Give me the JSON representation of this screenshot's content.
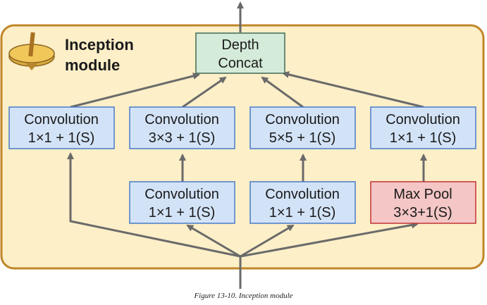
{
  "module": {
    "title_line1": "Inception",
    "title_line2": "module"
  },
  "nodes": {
    "depth_concat": {
      "line1": "Depth",
      "line2": "Concat"
    },
    "conv_1x1_a": {
      "line1": "Convolution",
      "line2": "1×1 + 1(S)"
    },
    "conv_3x3": {
      "line1": "Convolution",
      "line2": "3×3 + 1(S)"
    },
    "conv_5x5": {
      "line1": "Convolution",
      "line2": "5×5 + 1(S)"
    },
    "conv_1x1_d": {
      "line1": "Convolution",
      "line2": "1×1 + 1(S)"
    },
    "conv_1x1_b": {
      "line1": "Convolution",
      "line2": "1×1 + 1(S)"
    },
    "conv_1x1_c": {
      "line1": "Convolution",
      "line2": "1×1 + 1(S)"
    },
    "max_pool": {
      "line1": "Max Pool",
      "line2": "3×3+1(S)"
    }
  },
  "caption": "Figure 13-10. Inception module",
  "colors": {
    "module_fill": "#fdefc8",
    "module_stroke": "#c0862a",
    "conv_fill": "#d3e3f7",
    "conv_stroke": "#4a7bc8",
    "concat_fill": "#d5ebd9",
    "concat_stroke": "#3e6b55",
    "pool_fill": "#f4c6c6",
    "pool_stroke": "#c03434",
    "arrow": "#6a6a6a"
  }
}
